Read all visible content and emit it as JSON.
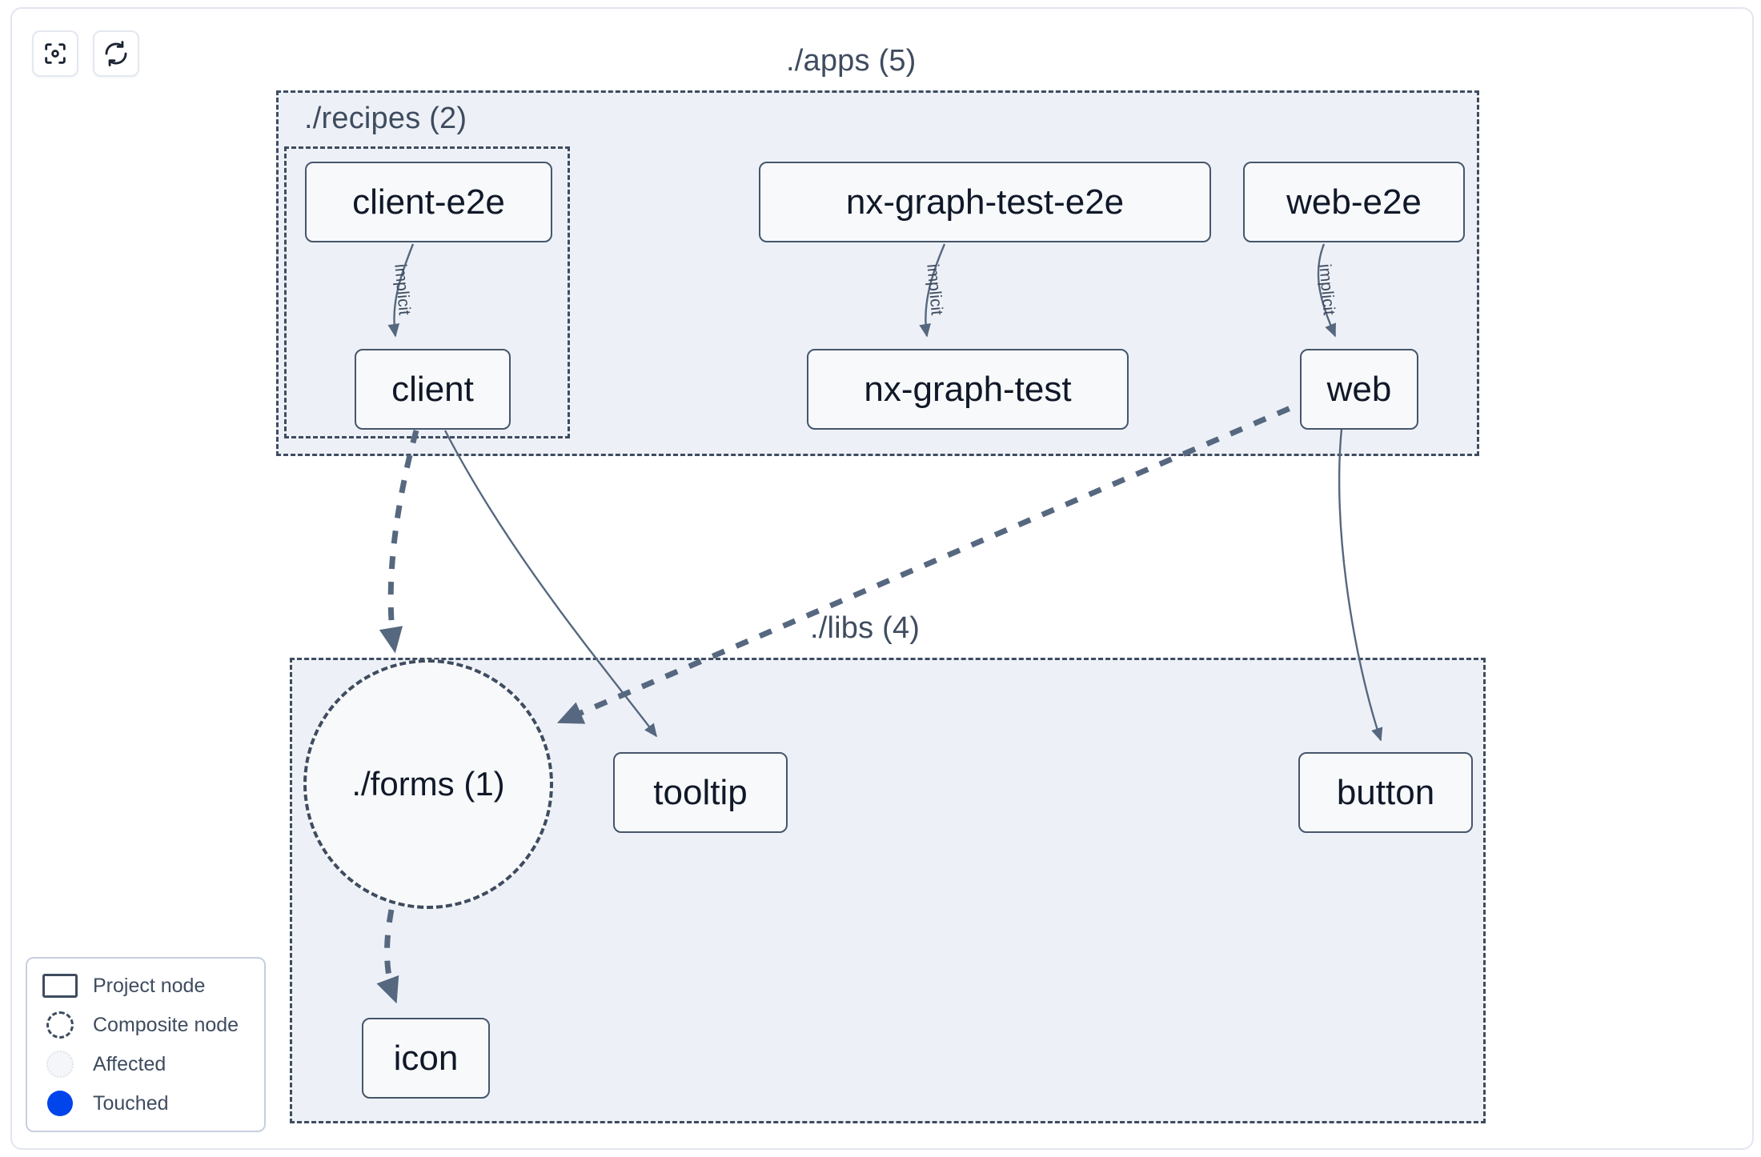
{
  "toolbar": {
    "buttons": [
      {
        "name": "focus-graph-button",
        "icon": "focus-target-icon",
        "title": "Focus"
      },
      {
        "name": "refresh-graph-button",
        "icon": "refresh-icon",
        "title": "Refresh"
      }
    ]
  },
  "groups": [
    {
      "id": "apps",
      "label": "./apps (5)"
    },
    {
      "id": "recipes",
      "label": "./recipes (2)"
    },
    {
      "id": "libs",
      "label": "./libs (4)"
    }
  ],
  "nodes": [
    {
      "id": "client-e2e",
      "label": "client-e2e",
      "type": "project"
    },
    {
      "id": "nx-graph-test-e2e",
      "label": "nx-graph-test-e2e",
      "type": "project"
    },
    {
      "id": "web-e2e",
      "label": "web-e2e",
      "type": "project"
    },
    {
      "id": "client",
      "label": "client",
      "type": "project"
    },
    {
      "id": "nx-graph-test",
      "label": "nx-graph-test",
      "type": "project"
    },
    {
      "id": "web",
      "label": "web",
      "type": "project"
    },
    {
      "id": "forms",
      "label": "./forms (1)",
      "type": "composite"
    },
    {
      "id": "tooltip",
      "label": "tooltip",
      "type": "project"
    },
    {
      "id": "button",
      "label": "button",
      "type": "project"
    },
    {
      "id": "icon",
      "label": "icon",
      "type": "project"
    }
  ],
  "edges": [
    {
      "from": "client-e2e",
      "to": "client",
      "label": "implicit",
      "style": "solid"
    },
    {
      "from": "nx-graph-test-e2e",
      "to": "nx-graph-test",
      "label": "implicit",
      "style": "solid"
    },
    {
      "from": "web-e2e",
      "to": "web",
      "label": "implicit",
      "style": "solid"
    },
    {
      "from": "client",
      "to": "forms",
      "label": "",
      "style": "dashed"
    },
    {
      "from": "client",
      "to": "tooltip",
      "label": "",
      "style": "solid"
    },
    {
      "from": "web",
      "to": "forms",
      "label": "",
      "style": "dashed"
    },
    {
      "from": "web",
      "to": "button",
      "label": "",
      "style": "solid"
    },
    {
      "from": "forms",
      "to": "icon",
      "label": "",
      "style": "dashed"
    }
  ],
  "legend": {
    "items": [
      {
        "swatch": "project-node-swatch",
        "label": "Project node"
      },
      {
        "swatch": "composite-node-swatch",
        "label": "Composite node"
      },
      {
        "swatch": "affected-swatch",
        "label": "Affected"
      },
      {
        "swatch": "touched-swatch",
        "label": "Touched"
      }
    ]
  },
  "colors": {
    "group_fill": "#edf1f7",
    "group_border": "#3f4c5f",
    "node_fill": "#f7f9fb",
    "node_border": "#46566b",
    "edge": "#56687f",
    "touched": "#0044eb",
    "text": "#101828"
  }
}
